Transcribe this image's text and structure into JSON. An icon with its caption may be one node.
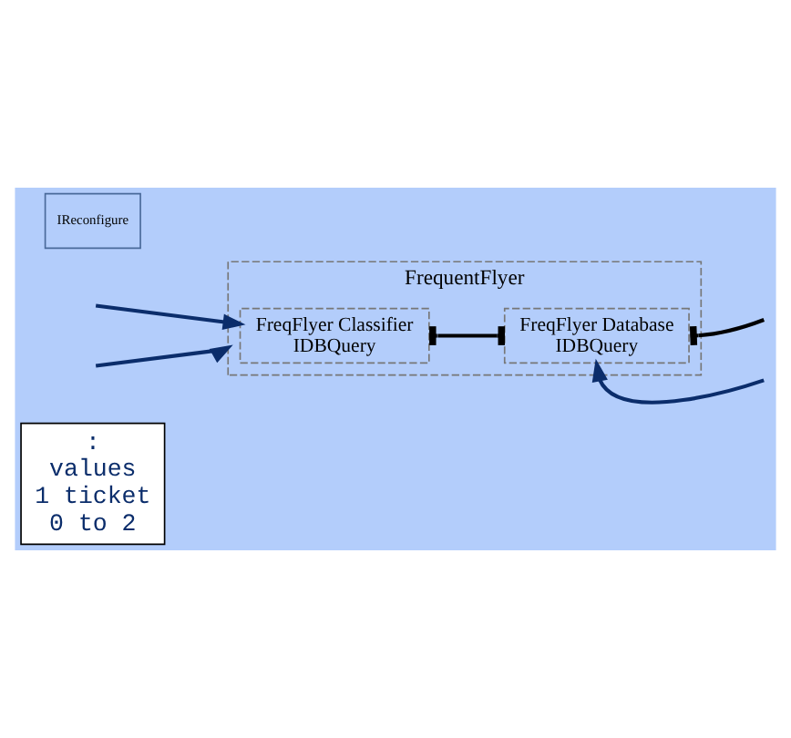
{
  "diagram": {
    "nodes": [
      {
        "text": [
          ":",
          "values",
          "1 ticket",
          "0 to 2"
        ]
      },
      {
        "text": [
          "FrequentFlyer"
        ]
      },
      {
        "text": [
          "FreqFlyer Classifier",
          "IDBQuery"
        ],
        "in": 1
      },
      {
        "text": [
          "FreqFlyer Database",
          "IDBQuery"
        ],
        "in": 1
      },
      {
        "text": [
          "IReconfigure"
        ]
      }
    ],
    "edges": [
      {
        "from": null,
        "to": 2,
        "arrow": "to"
      },
      {
        "from": null,
        "to": 1,
        "arrow": "to"
      },
      {
        "from": null,
        "to": 3,
        "arrow": "to"
      },
      {
        "from": 2,
        "to": 3,
        "arrow": "other",
        "color": "#000000"
      },
      {
        "from": 3,
        "to": null,
        "arrow": "other",
        "color": "#000000"
      }
    ]
  }
}
